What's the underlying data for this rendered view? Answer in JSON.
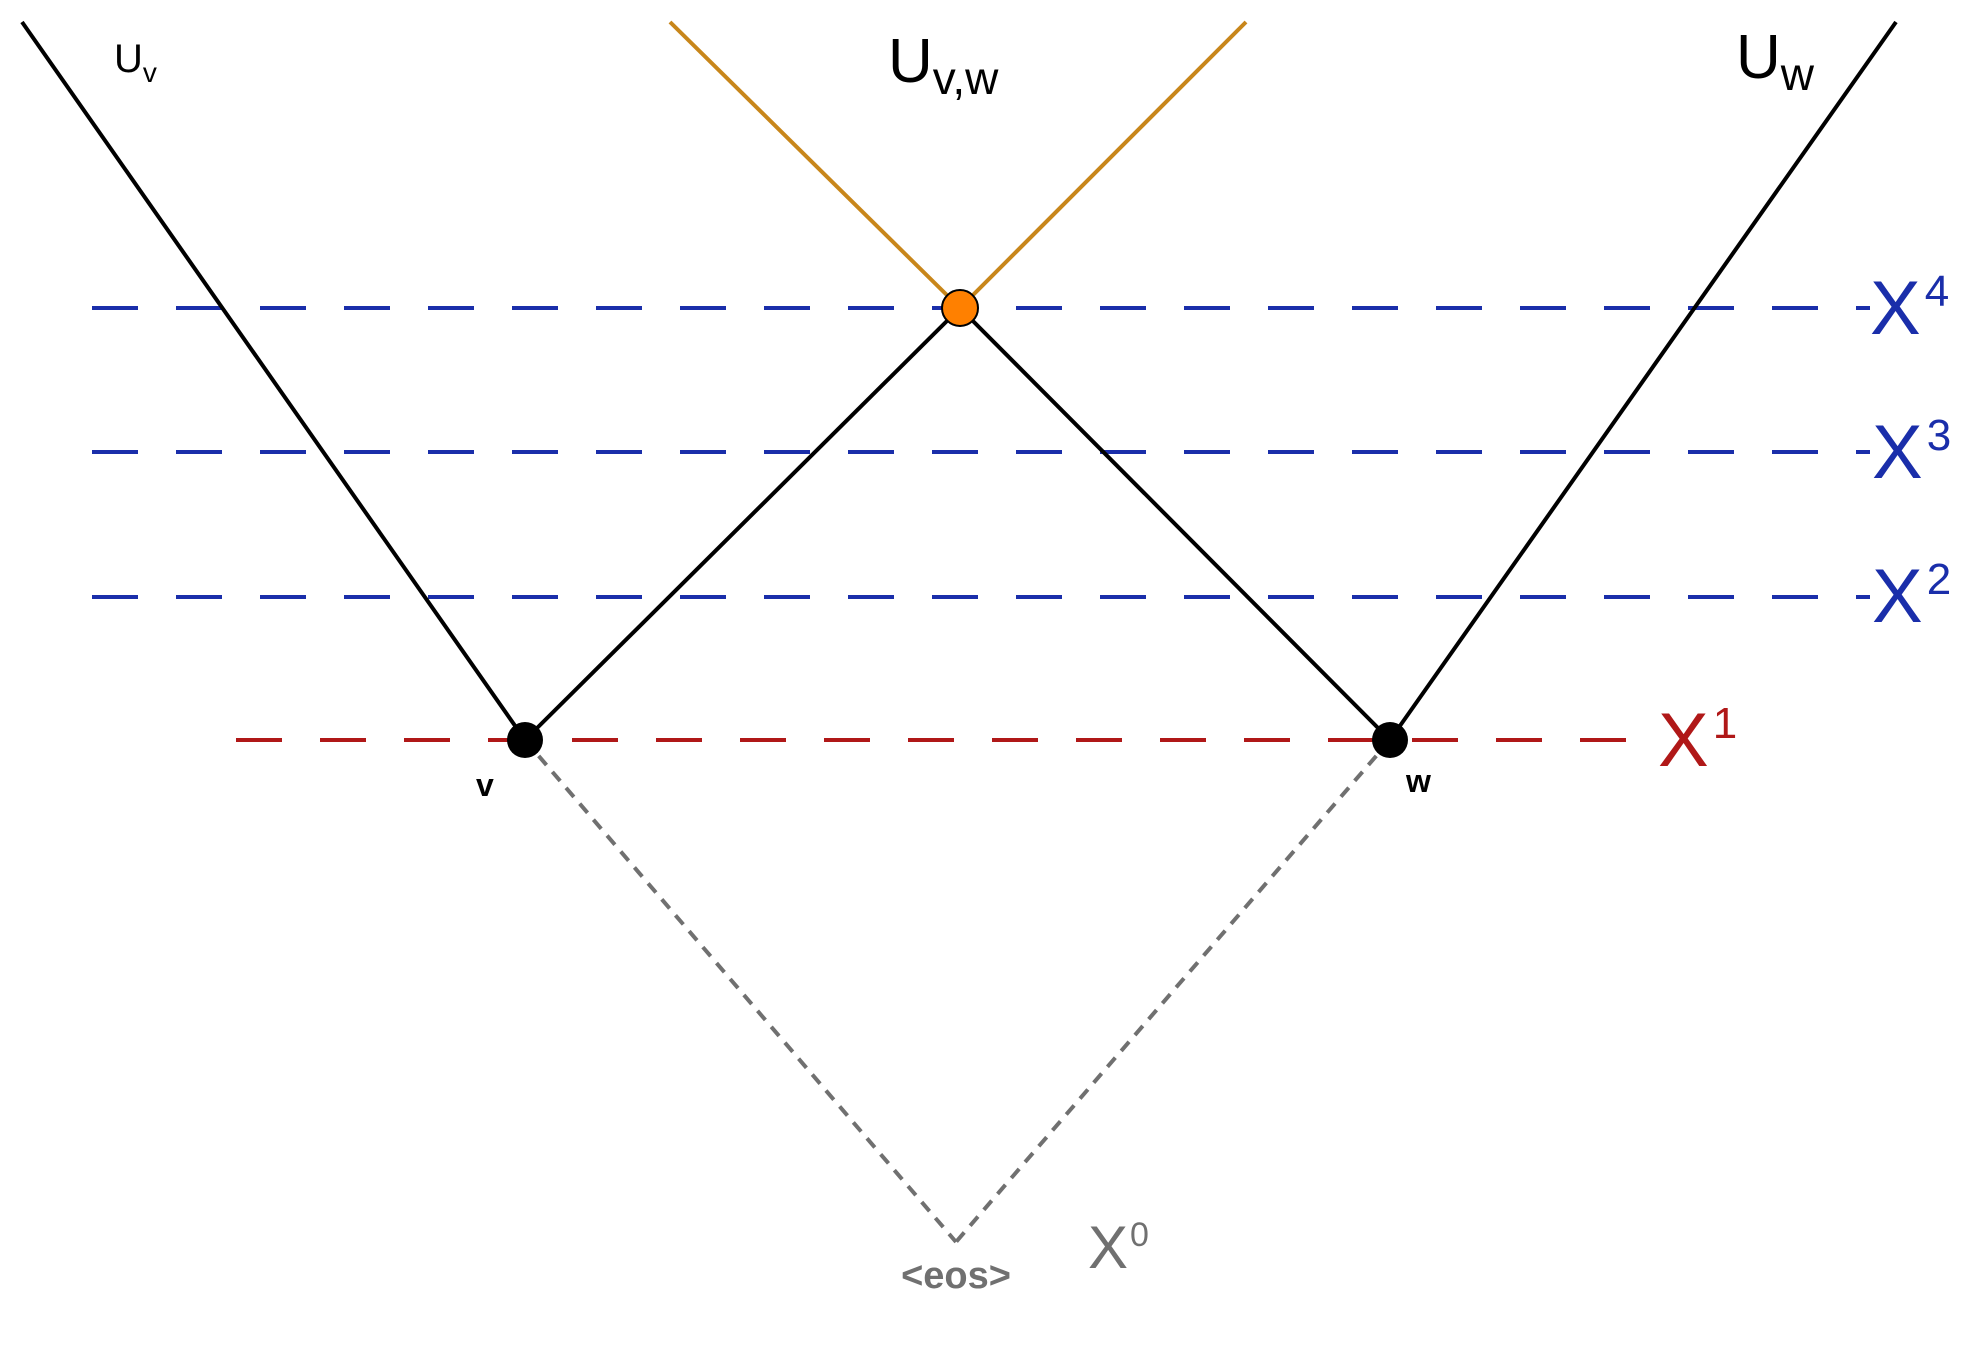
{
  "colors": {
    "background": "#ffffff",
    "cone_line": "#000000",
    "intersection_cone": "#c8861a",
    "upper_levels": "#1a2eaa",
    "level_one": "#b01818",
    "base_level": "#707070",
    "intersection_node": "#ff8000",
    "node": "#000000"
  },
  "region_labels": {
    "u_v": {
      "main": "U",
      "sub": "v"
    },
    "u_vw": {
      "main": "U",
      "sub": "v,w"
    },
    "u_w": {
      "main": "U",
      "sub": "w"
    }
  },
  "level_labels": {
    "x4": {
      "main": "X",
      "sup": "4"
    },
    "x3": {
      "main": "X",
      "sup": "3"
    },
    "x2": {
      "main": "X",
      "sup": "2"
    },
    "x1": {
      "main": "X",
      "sup": "1"
    },
    "x0": {
      "main": "X",
      "sup": "0"
    }
  },
  "node_labels": {
    "v": "v",
    "w": "w",
    "eos": "<eos>"
  }
}
